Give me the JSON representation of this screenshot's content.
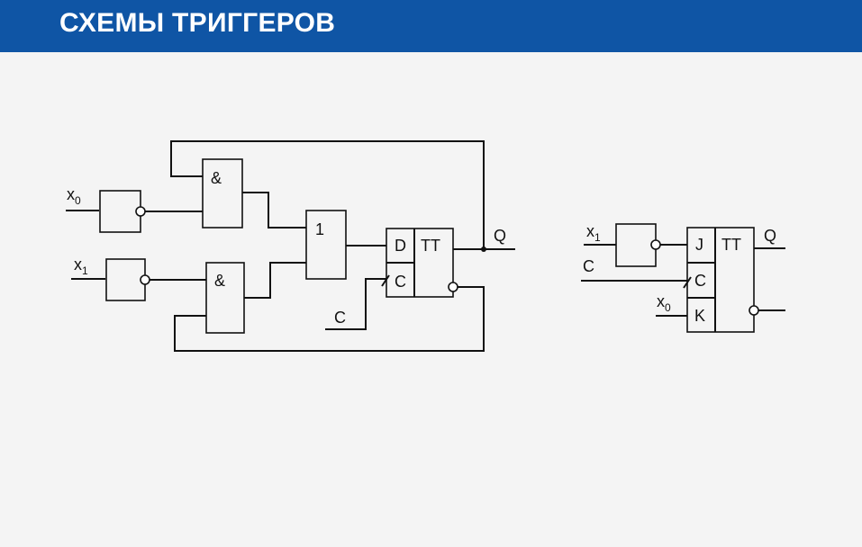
{
  "header": {
    "title": "СХЕМЫ ТРИГГЕРОВ",
    "background_color": "#0f55a5",
    "text_color": "#ffffff"
  },
  "left_circuit": {
    "input_x0": {
      "base": "x",
      "sub": "0"
    },
    "input_x1": {
      "base": "x",
      "sub": "1"
    },
    "and_gate_top": "&",
    "and_gate_bottom": "&",
    "or_gate": "1",
    "flipflop": {
      "type": "TT",
      "d": "D",
      "c": "C"
    },
    "clock": "C",
    "output": "Q"
  },
  "right_circuit": {
    "input_x1": {
      "base": "x",
      "sub": "1"
    },
    "clock": "C",
    "input_x0": {
      "base": "x",
      "sub": "0"
    },
    "flipflop": {
      "type": "TT",
      "j": "J",
      "c": "C",
      "k": "K"
    },
    "output": "Q"
  }
}
